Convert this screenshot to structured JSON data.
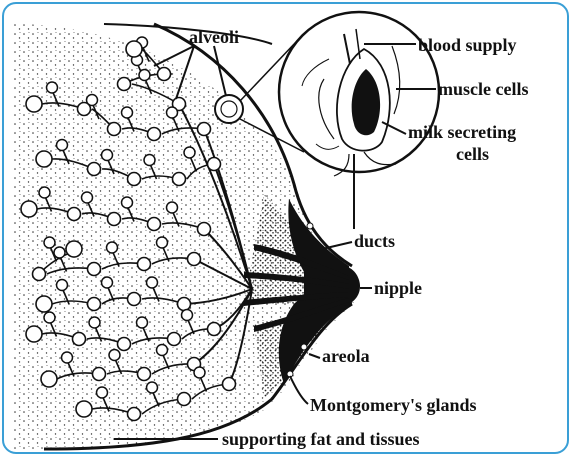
{
  "frame": {
    "border_color": "#3a9fd6"
  },
  "labels": {
    "alveoli": "alveoli",
    "blood_supply": "blood supply",
    "muscle_cells": "muscle cells",
    "milk_secreting_1": "milk secreting",
    "milk_secreting_2": "cells",
    "ducts": "ducts",
    "nipple": "nipple",
    "areola": "areola",
    "montgomery": "Montgomery's glands",
    "supporting": "supporting fat and tissues"
  }
}
